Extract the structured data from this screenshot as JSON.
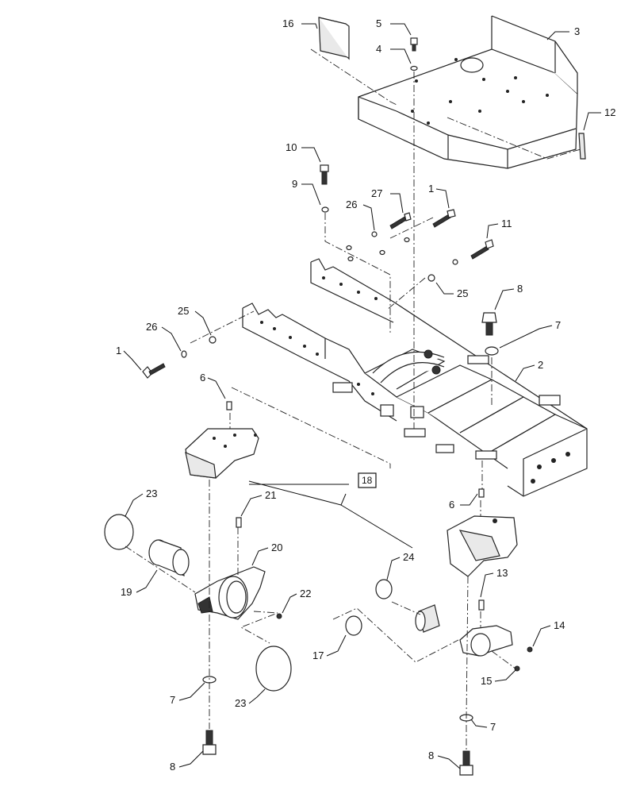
{
  "diagram": {
    "callouts": [
      {
        "id": "c16",
        "text": "16"
      },
      {
        "id": "c5",
        "text": "5"
      },
      {
        "id": "c4",
        "text": "4"
      },
      {
        "id": "c3",
        "text": "3"
      },
      {
        "id": "c12",
        "text": "12"
      },
      {
        "id": "c10",
        "text": "10"
      },
      {
        "id": "c9",
        "text": "9"
      },
      {
        "id": "c27",
        "text": "27"
      },
      {
        "id": "c26a",
        "text": "26"
      },
      {
        "id": "c1a",
        "text": "1"
      },
      {
        "id": "c11",
        "text": "11"
      },
      {
        "id": "c25a",
        "text": "25"
      },
      {
        "id": "c25b",
        "text": "25"
      },
      {
        "id": "c26b",
        "text": "26"
      },
      {
        "id": "c1b",
        "text": "1"
      },
      {
        "id": "c8a",
        "text": "8"
      },
      {
        "id": "c7a",
        "text": "7"
      },
      {
        "id": "c2",
        "text": "2"
      },
      {
        "id": "c6a",
        "text": "6"
      },
      {
        "id": "c18",
        "text": "18"
      },
      {
        "id": "c23a",
        "text": "23"
      },
      {
        "id": "c21",
        "text": "21"
      },
      {
        "id": "c20",
        "text": "20"
      },
      {
        "id": "c6b",
        "text": "6"
      },
      {
        "id": "c24",
        "text": "24"
      },
      {
        "id": "c19",
        "text": "19"
      },
      {
        "id": "c22",
        "text": "22"
      },
      {
        "id": "c13",
        "text": "13"
      },
      {
        "id": "c14",
        "text": "14"
      },
      {
        "id": "c17",
        "text": "17"
      },
      {
        "id": "c15",
        "text": "15"
      },
      {
        "id": "c7b",
        "text": "7"
      },
      {
        "id": "c23b",
        "text": "23"
      },
      {
        "id": "c7c",
        "text": "7"
      },
      {
        "id": "c8b",
        "text": "8"
      },
      {
        "id": "c8c",
        "text": "8"
      }
    ]
  }
}
